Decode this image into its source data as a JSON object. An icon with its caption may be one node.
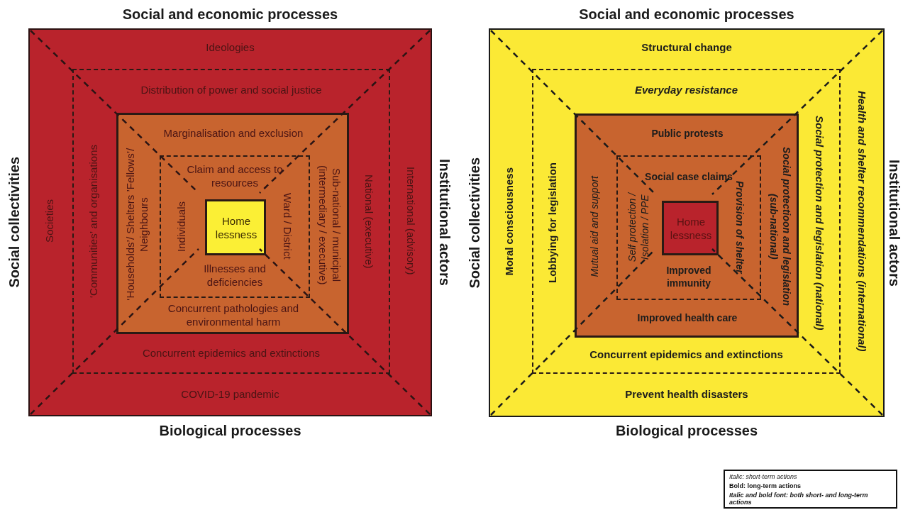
{
  "diagram": {
    "nodes": [
      {
        "text": [
          "Ideologies",
          "Societies",
          "International (advisory)",
          "COVID-19 pandemic"
        ]
      },
      {
        "text": [
          "Distribution of power and social justice",
          "‘Communities’ and organisations",
          "National (executive)",
          "Concurrent epidemics and extinctions"
        ],
        "in": 0
      },
      {
        "text": [
          "Marginalisation and exclusion",
          "‘Households’/ Shelters ’Fellows’/ Neighbours",
          "Sub-national / municipal (intermediary / executive)",
          "Concurrent pathologies and environmental harm"
        ],
        "in": 1
      },
      {
        "text": [
          "Claim and access to resources",
          "Individuals",
          "Ward / District",
          "Illnesses and deficiencies"
        ],
        "in": 2
      },
      {
        "text": [
          "Home lessness"
        ],
        "in": 3
      },
      {
        "text": [
          "Structural change",
          "Moral consciousness",
          "Health and shelter recommendations (international)",
          "Prevent health disasters"
        ]
      },
      {
        "text": [
          "Everyday resistance",
          "Lobbying for legislation",
          "Social protection and legislation (national)",
          "Concurrent epidemics and extinctions"
        ],
        "in": 5
      },
      {
        "text": [
          "Public protests",
          "Mutual aid and support",
          "Social protectioon and legislation (sub-national)",
          "Improved health care"
        ],
        "in": 6
      },
      {
        "text": [
          "Social case claims",
          "Self protection / Isolation / PPE",
          "Provision of shelter",
          "Improved immunity"
        ],
        "in": 7
      },
      {
        "text": [
          "Home lessness"
        ],
        "in": 8
      }
    ],
    "labels": [
      "Social and economic processes",
      "Social and economic processes",
      "Social collectivities",
      "Institutional actors",
      "Social collectivities",
      "Institutional actors",
      "Biological processes",
      "Biological processes"
    ],
    "legend": [
      {
        "text": "Italic: short-term actions"
      },
      {
        "text": "Bold: long-term actions"
      },
      {
        "text": "Italic and bold font: both short- and long-term actions"
      }
    ]
  }
}
